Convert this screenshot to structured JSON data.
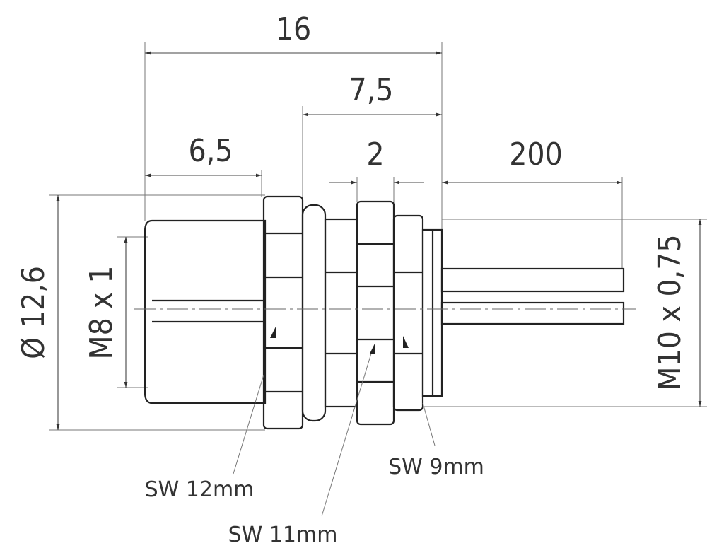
{
  "dimensions": {
    "overall_length": "16",
    "rear_length": "7,5",
    "front_length": "6,5",
    "nut_width": "2",
    "cable_length": "200",
    "outer_diameter": "Ø 12,6",
    "front_thread": "M8 x 1",
    "rear_thread": "M10 x 0,75"
  },
  "labels": {
    "sw_front": "SW 12mm",
    "sw_middle": "SW 11mm",
    "sw_rear": "SW 9mm"
  }
}
